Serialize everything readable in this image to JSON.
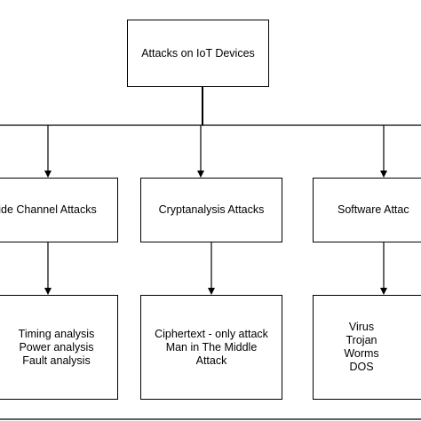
{
  "colors": {
    "line": "#000000",
    "background": "#ffffff",
    "text": "#000000"
  },
  "root": {
    "label": "Attacks on IoT Devices"
  },
  "categories": [
    {
      "label": "ide Channel Attacks",
      "items": [
        "Timing analysis",
        "Power analysis",
        "Fault analysis"
      ]
    },
    {
      "label": "Cryptanalysis Attacks",
      "items": [
        "Ciphertext - only attack",
        "Man in The Middle",
        "Attack"
      ]
    },
    {
      "label": "Software Attac",
      "items": [
        "Virus",
        "Trojan",
        "Worms",
        "DOS"
      ]
    }
  ]
}
